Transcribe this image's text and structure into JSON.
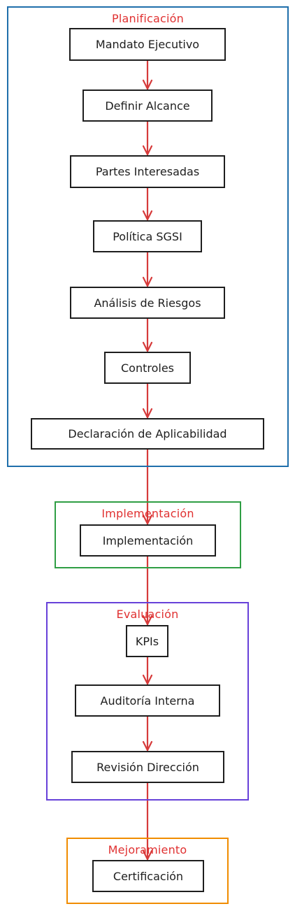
{
  "colors": {
    "edge": "#d63a3a",
    "node_border": "#1e1e1e",
    "title_text": "#e03131",
    "planificacion": "#1f6fab",
    "implementacion": "#2f9e44",
    "evaluacion": "#6741d9",
    "mejoramiento": "#f08c00"
  },
  "groups": {
    "planificacion": {
      "title": "Planificación"
    },
    "implementacion": {
      "title": "Implementación"
    },
    "evaluacion": {
      "title": "Evaluación"
    },
    "mejoramiento": {
      "title": "Mejoramiento"
    }
  },
  "nodes": {
    "mandato": "Mandato Ejecutivo",
    "alcance": "Definir Alcance",
    "partes": "Partes Interesadas",
    "politica": "Política SGSI",
    "riesgos": "Análisis de Riesgos",
    "controles": "Controles",
    "declaracion": "Declaración de Aplicabilidad",
    "implementacion": "Implementación",
    "kpis": "KPIs",
    "auditoria": "Auditoría Interna",
    "revision": "Revisión Dirección",
    "certificacion": "Certificación"
  },
  "edges": [
    [
      "mandato",
      "alcance"
    ],
    [
      "alcance",
      "partes"
    ],
    [
      "partes",
      "politica"
    ],
    [
      "politica",
      "riesgos"
    ],
    [
      "riesgos",
      "controles"
    ],
    [
      "controles",
      "declaracion"
    ],
    [
      "declaracion",
      "implementacion"
    ],
    [
      "implementacion",
      "kpis"
    ],
    [
      "kpis",
      "auditoria"
    ],
    [
      "auditoria",
      "revision"
    ],
    [
      "revision",
      "certificacion"
    ]
  ]
}
